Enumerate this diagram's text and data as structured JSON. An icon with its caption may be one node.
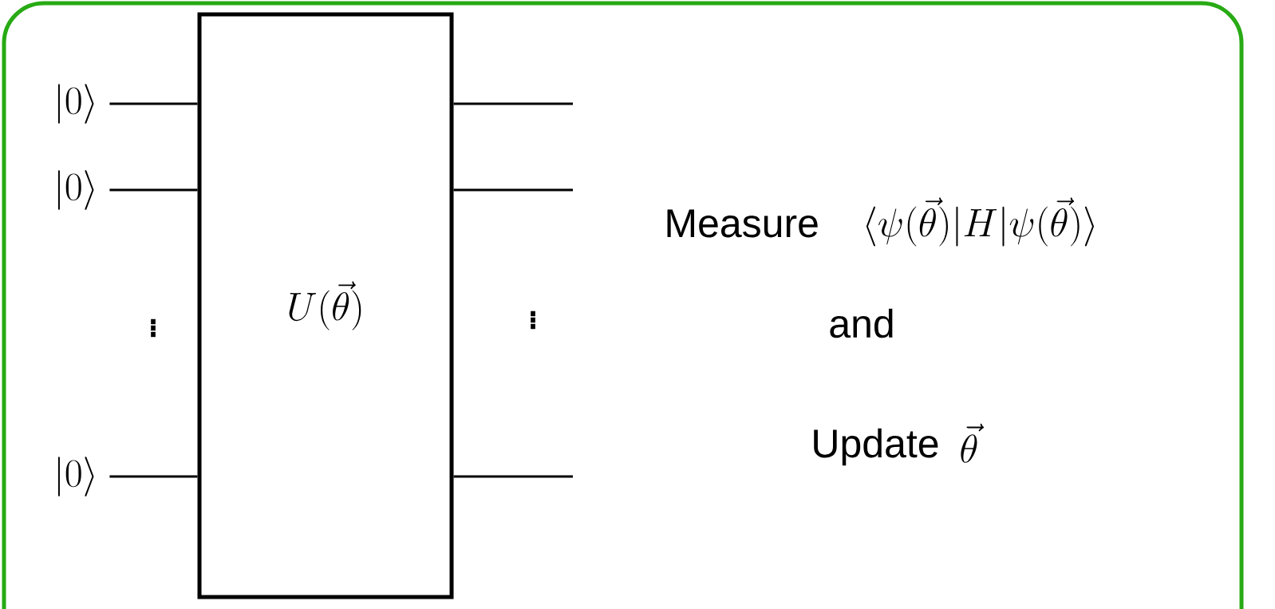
{
  "diagram": {
    "nodes": [
      {
        "text": [
          "U(\\vec{\\theta})"
        ]
      },
      {
        "text": [
          "|0\\rangle"
        ]
      },
      {
        "text": [
          "|0\\rangle"
        ]
      },
      {
        "text": [
          "|0\\rangle"
        ]
      }
    ],
    "edges": [
      {
        "from": 1,
        "to": 0,
        "arrow": "none"
      },
      {
        "from": 2,
        "to": 0,
        "arrow": "none"
      },
      {
        "from": 3,
        "to": 0,
        "arrow": "none"
      },
      {
        "from": 0,
        "to": null,
        "arrow": "none"
      },
      {
        "from": 0,
        "to": null,
        "arrow": "none"
      },
      {
        "from": 0,
        "to": null,
        "arrow": "none"
      }
    ],
    "labels": [
      "\\vdots",
      "\\vdots",
      "Measure",
      "\\langle\\psi(\\vec{\\theta})|H|\\psi(\\vec{\\theta})\\rangle",
      "and",
      "Update",
      "\\vec{\\theta}"
    ]
  }
}
